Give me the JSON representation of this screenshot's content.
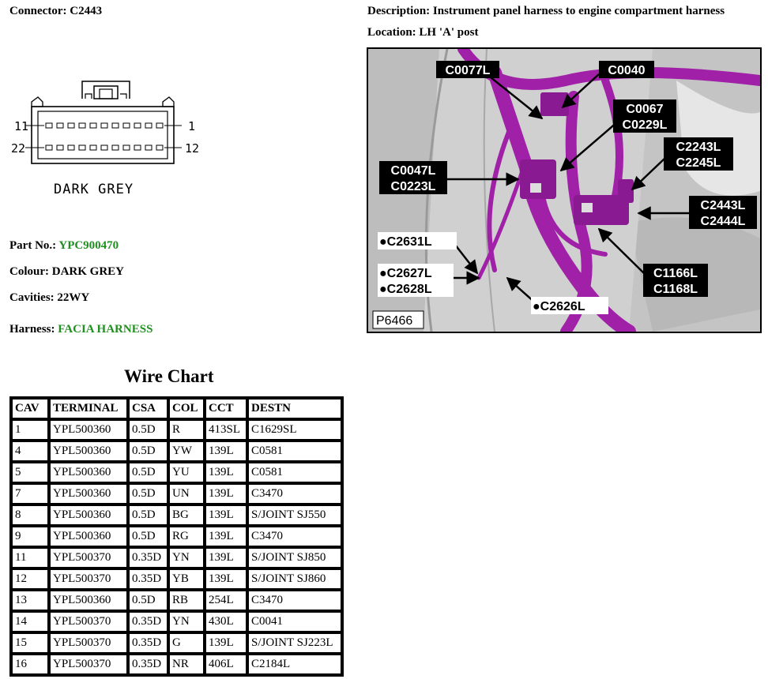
{
  "connector": {
    "label": "Connector:",
    "value": "C2443"
  },
  "description": {
    "label": "Description:",
    "value": "Instrument panel harness to engine compartment harness"
  },
  "location": {
    "label": "Location:",
    "value": "LH 'A' post"
  },
  "diagram": {
    "pin_top_left": "11",
    "pin_top_right": "1",
    "pin_bottom_left": "22",
    "pin_bottom_right": "12",
    "colour_text": "DARK GREY"
  },
  "part_no": {
    "label": "Part No.:",
    "value": "YPC900470"
  },
  "colour": {
    "label": "Colour:",
    "value": "DARK GREY"
  },
  "cavities": {
    "label": "Cavities:",
    "value": "22WY"
  },
  "harness": {
    "label": "Harness:",
    "value": "FACIA HARNESS"
  },
  "photo": {
    "ref": "P6466",
    "callouts": {
      "c0077l": "C0077L",
      "c0040": "C0040",
      "c0067": [
        "C0067",
        "C0229L"
      ],
      "c2243l": [
        "C2243L",
        "C2245L"
      ],
      "c0047l": [
        "C0047L",
        "C0223L"
      ],
      "c2443l": [
        "C2443L",
        "C2444L"
      ],
      "c2631l": "●C2631L",
      "c2627l": [
        "●C2627L",
        "●C2628L"
      ],
      "c1166l": [
        "C1166L",
        "C1168L"
      ],
      "c2626l": "●C2626L"
    }
  },
  "colors": {
    "green_text": "#1f8f1f",
    "harness_purple": "#a020a8"
  },
  "wire_chart": {
    "title": "Wire Chart",
    "headers": [
      "CAV",
      "TERMINAL",
      "CSA",
      "COL",
      "CCT",
      "DESTN"
    ],
    "rows": [
      [
        "1",
        "YPL500360",
        "0.5D",
        "R",
        "413SL",
        "C1629SL"
      ],
      [
        "4",
        "YPL500360",
        "0.5D",
        "YW",
        "139L",
        "C0581"
      ],
      [
        "5",
        "YPL500360",
        "0.5D",
        "YU",
        "139L",
        "C0581"
      ],
      [
        "7",
        "YPL500360",
        "0.5D",
        "UN",
        "139L",
        "C3470"
      ],
      [
        "8",
        "YPL500360",
        "0.5D",
        "BG",
        "139L",
        "S/JOINT SJ550"
      ],
      [
        "9",
        "YPL500360",
        "0.5D",
        "RG",
        "139L",
        "C3470"
      ],
      [
        "11",
        "YPL500370",
        "0.35D",
        "YN",
        "139L",
        "S/JOINT SJ850"
      ],
      [
        "12",
        "YPL500370",
        "0.35D",
        "YB",
        "139L",
        "S/JOINT SJ860"
      ],
      [
        "13",
        "YPL500360",
        "0.5D",
        "RB",
        "254L",
        "C3470"
      ],
      [
        "14",
        "YPL500370",
        "0.35D",
        "YN",
        "430L",
        "C0041"
      ],
      [
        "15",
        "YPL500370",
        "0.35D",
        "G",
        "139L",
        "S/JOINT SJ223L"
      ],
      [
        "16",
        "YPL500370",
        "0.35D",
        "NR",
        "406L",
        "C2184L"
      ]
    ]
  }
}
